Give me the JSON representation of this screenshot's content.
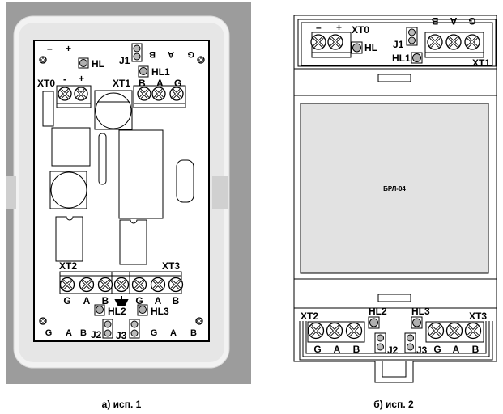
{
  "variant1": {
    "caption": "а) исп. 1",
    "top_minus": "–",
    "top_plus": "+",
    "top_b": "B",
    "top_a": "A",
    "top_g": "G",
    "hl": "HL",
    "j1": "J1",
    "hl1": "HL1",
    "xt0": "XT0",
    "xt0_minus": "-",
    "xt0_plus": "+",
    "xt1": "XT1",
    "xt1_b": "B",
    "xt1_a": "A",
    "xt1_g": "G",
    "xt2": "XT2",
    "xt3": "XT3",
    "row_labels": [
      "G",
      "A",
      "B",
      "G",
      "A",
      "B"
    ],
    "hl2": "HL2",
    "hl3": "HL3",
    "bottom_labels": [
      "G",
      "A",
      "B",
      "G",
      "A",
      "B"
    ],
    "j2": "J2",
    "j3": "J3"
  },
  "variant2": {
    "caption": "б) исп. 2",
    "minus": "–",
    "plus": "+",
    "xt0": "XT0",
    "hl": "HL",
    "j1": "J1",
    "hl1": "HL1",
    "xt1": "XT1",
    "xt1_labels": [
      "B",
      "A",
      "G"
    ],
    "display_label": "БРЛ-04",
    "hl2": "HL2",
    "hl3": "HL3",
    "xt2": "XT2",
    "xt3": "XT3",
    "xt2_labels": [
      "G",
      "A",
      "B"
    ],
    "xt3_labels": [
      "G",
      "A",
      "B"
    ],
    "j2": "J2",
    "j3": "J3"
  },
  "colors": {
    "background_gray": "#9c9c9c",
    "led_gray": "#b0b0b0",
    "display_gray": "#e2e2e2"
  }
}
